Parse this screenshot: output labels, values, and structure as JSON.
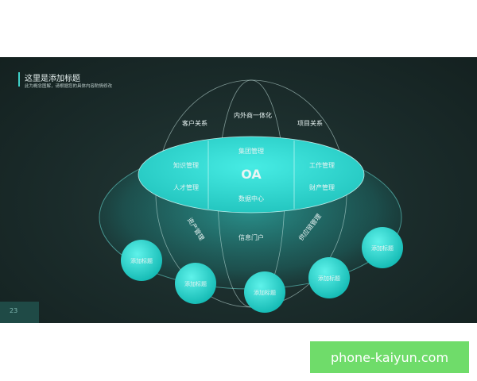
{
  "slide": {
    "title": "这里是添加标题",
    "subtitle": "此为概念图解，请根据您的具体内容酌情修改",
    "page_number": "23"
  },
  "diagram": {
    "center": "OA",
    "top_outer": "内外商一体化",
    "top_left": "客户关系",
    "top_right": "项目关系",
    "ellipse_top": "集团管理",
    "ellipse_left_top": "知识管理",
    "ellipse_right_top": "工作管理",
    "ellipse_left_bottom": "人才管理",
    "ellipse_right_bottom": "财产管理",
    "ellipse_bottom": "数据中心",
    "lower_center": "信息门户",
    "lower_left": "资产管理",
    "lower_right": "供应链管理",
    "circles": [
      "添加标题",
      "添加标题",
      "添加标题",
      "添加标题",
      "添加标题"
    ]
  },
  "colors": {
    "accent": "#21c9c4",
    "background": "#1c2e2d",
    "watermark_bg": "#6fdc6a"
  },
  "watermark": {
    "text": "phone-kaiyun.com"
  }
}
